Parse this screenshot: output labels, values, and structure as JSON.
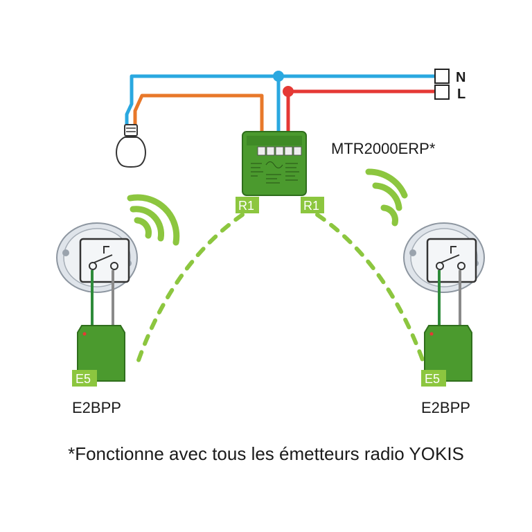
{
  "terminals": {
    "neutral": "N",
    "live": "L"
  },
  "receiver": {
    "model": "MTR2000ERP*",
    "channel_left": "R1",
    "channel_right": "R1"
  },
  "transmitters": [
    {
      "model": "E2BPP",
      "channel": "E5"
    },
    {
      "model": "E2BPP",
      "channel": "E5"
    }
  ],
  "footnote": "*Fonctionne avec tous les émetteurs radio YOKIS",
  "colors": {
    "neutral_wire": "#2aa8e0",
    "live_wire": "#e53935",
    "switched_wire": "#e8782a",
    "module_green": "#4b9a2e",
    "module_dark": "#2f6e1c",
    "radio_green": "#8cc63f",
    "ground_wire": "#2e8b3a",
    "grey_wire": "#8a8a8a"
  },
  "icons": [
    "light-bulb-icon",
    "radio-waves-icon",
    "push-button-switch-icon",
    "wall-box-icon"
  ]
}
